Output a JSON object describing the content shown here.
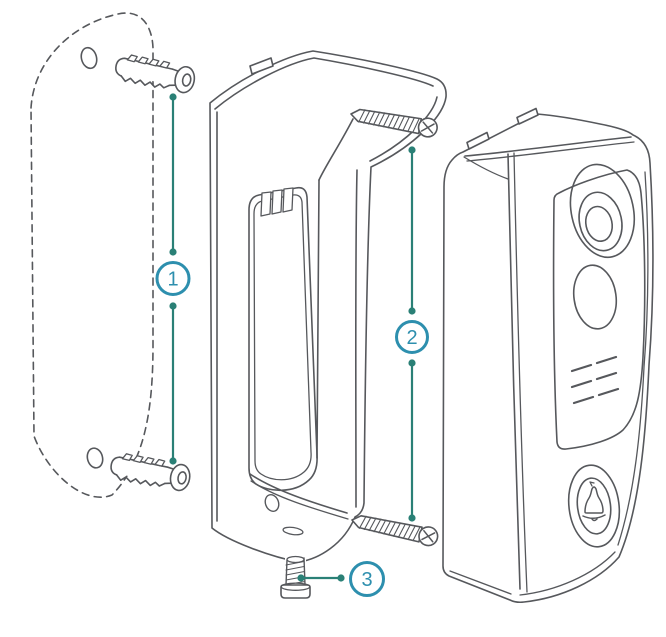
{
  "diagram": {
    "title": "doorbell-mounting-installation-diagram",
    "background_color": "#ffffff",
    "line_art_color": "#56585c",
    "callout_line_color": "#2a8076",
    "callout_badge_color": "#2d8fae",
    "callouts": [
      {
        "number": "1",
        "part": "wall-anchors"
      },
      {
        "number": "2",
        "part": "mounting-screws"
      },
      {
        "number": "3",
        "part": "security-screw"
      }
    ]
  }
}
